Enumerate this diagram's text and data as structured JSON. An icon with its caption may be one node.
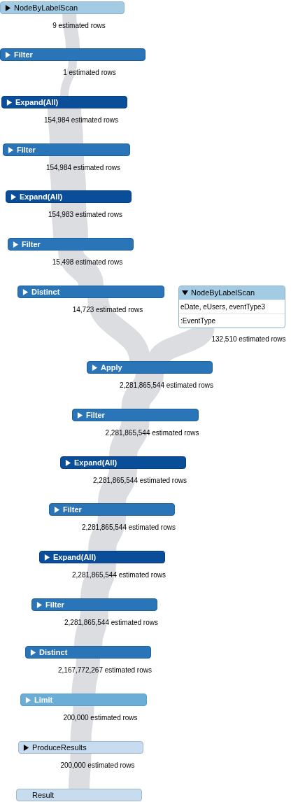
{
  "diagram": {
    "nodes": [
      {
        "text": [
          "NodeByLabelScan"
        ],
        "beside": [
          "9 estimated rows"
        ]
      },
      {
        "text": [
          "Filter"
        ],
        "beside": [
          "1 estimated rows"
        ]
      },
      {
        "text": [
          "Expand(All)"
        ],
        "beside": [
          "154,984 estimated rows"
        ]
      },
      {
        "text": [
          "Filter"
        ],
        "beside": [
          "154,984 estimated rows"
        ]
      },
      {
        "text": [
          "Expand(All)"
        ],
        "beside": [
          "154,983 estimated rows"
        ]
      },
      {
        "text": [
          "Filter"
        ],
        "beside": [
          "15,498 estimated rows"
        ]
      },
      {
        "text": [
          "Distinct"
        ],
        "beside": [
          "14,723 estimated rows"
        ]
      },
      {
        "text": [
          "NodeByLabelScan",
          "eDate, eUsers, eventType3",
          ":EventType"
        ],
        "beside": [
          "132,510 estimated rows"
        ]
      },
      {
        "text": [
          "Apply"
        ],
        "beside": [
          "2,281,865,544 estimated rows"
        ]
      },
      {
        "text": [
          "Filter"
        ],
        "beside": [
          "2,281,865,544 estimated rows"
        ]
      },
      {
        "text": [
          "Expand(All)"
        ],
        "beside": [
          "2,281,865,544 estimated rows"
        ]
      },
      {
        "text": [
          "Filter"
        ],
        "beside": [
          "2,281,865,544 estimated rows"
        ]
      },
      {
        "text": [
          "Expand(All)"
        ],
        "beside": [
          "2,281,865,544 estimated rows"
        ]
      },
      {
        "text": [
          "Filter"
        ],
        "beside": [
          "2,281,865,544 estimated rows"
        ]
      },
      {
        "text": [
          "Distinct"
        ],
        "beside": [
          "2,167,772,267 estimated rows"
        ]
      },
      {
        "text": [
          "Limit"
        ],
        "beside": [
          "200,000 estimated rows"
        ]
      },
      {
        "text": [
          "ProduceResults"
        ],
        "beside": [
          "200,000 estimated rows"
        ]
      },
      {
        "text": [
          "Result"
        ]
      }
    ],
    "edges": [
      {
        "from": 0,
        "to": 1,
        "arrow": "none"
      },
      {
        "from": 1,
        "to": 2,
        "arrow": "none"
      },
      {
        "from": 2,
        "to": 3,
        "arrow": "none"
      },
      {
        "from": 3,
        "to": 4,
        "arrow": "none"
      },
      {
        "from": 4,
        "to": 5,
        "arrow": "none"
      },
      {
        "from": 5,
        "to": 6,
        "arrow": "none"
      },
      {
        "from": 6,
        "to": 8,
        "arrow": "none"
      },
      {
        "from": 7,
        "to": 8,
        "arrow": "none"
      },
      {
        "from": 8,
        "to": 9,
        "arrow": "none"
      },
      {
        "from": 9,
        "to": 10,
        "arrow": "none"
      },
      {
        "from": 10,
        "to": 11,
        "arrow": "none"
      },
      {
        "from": 11,
        "to": 12,
        "arrow": "none"
      },
      {
        "from": 12,
        "to": 13,
        "arrow": "none"
      },
      {
        "from": 13,
        "to": 14,
        "arrow": "none"
      },
      {
        "from": 14,
        "to": 15,
        "arrow": "none"
      },
      {
        "from": 15,
        "to": 16,
        "arrow": "none"
      },
      {
        "from": 16,
        "to": 17,
        "arrow": "none"
      }
    ]
  }
}
